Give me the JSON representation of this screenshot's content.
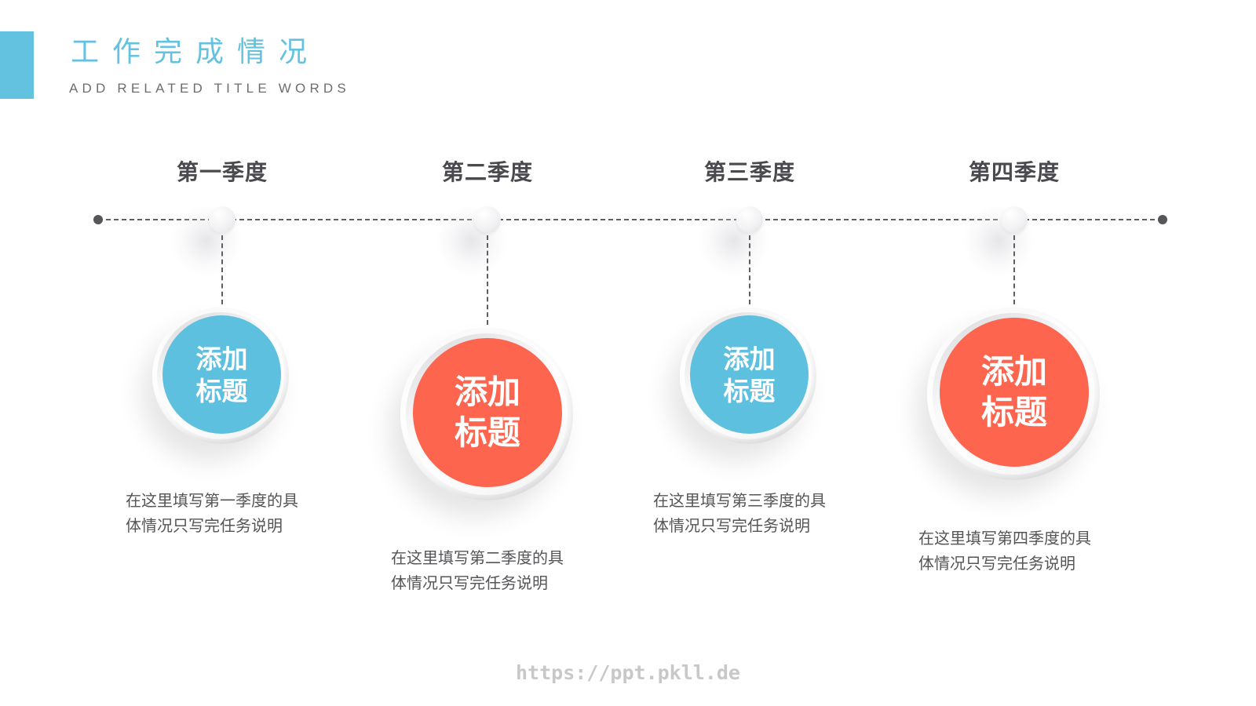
{
  "header": {
    "title": "工作完成情况",
    "subtitle": "ADD RELATED TITLE WORDS",
    "accent_color": "#62C2E0"
  },
  "timeline": {
    "line_color": "#5E5E62",
    "quarters": [
      {
        "label": "第一季度",
        "badge_line1": "添加",
        "badge_line2": "标题",
        "badge_color": "#5EC0DF",
        "description_line1": "在这里填写第一季度的具",
        "description_line2": "体情况只写完任务说明"
      },
      {
        "label": "第二季度",
        "badge_line1": "添加",
        "badge_line2": "标题",
        "badge_color": "#FE654E",
        "description_line1": "在这里填写第二季度的具",
        "description_line2": "体情况只写完任务说明"
      },
      {
        "label": "第三季度",
        "badge_line1": "添加",
        "badge_line2": "标题",
        "badge_color": "#5EC0DF",
        "description_line1": "在这里填写第三季度的具",
        "description_line2": "体情况只写完任务说明"
      },
      {
        "label": "第四季度",
        "badge_line1": "添加",
        "badge_line2": "标题",
        "badge_color": "#FE654E",
        "description_line1": "在这里填写第四季度的具",
        "description_line2": "体情况只写完任务说明"
      }
    ]
  },
  "watermark": "https://ppt.pkll.de"
}
